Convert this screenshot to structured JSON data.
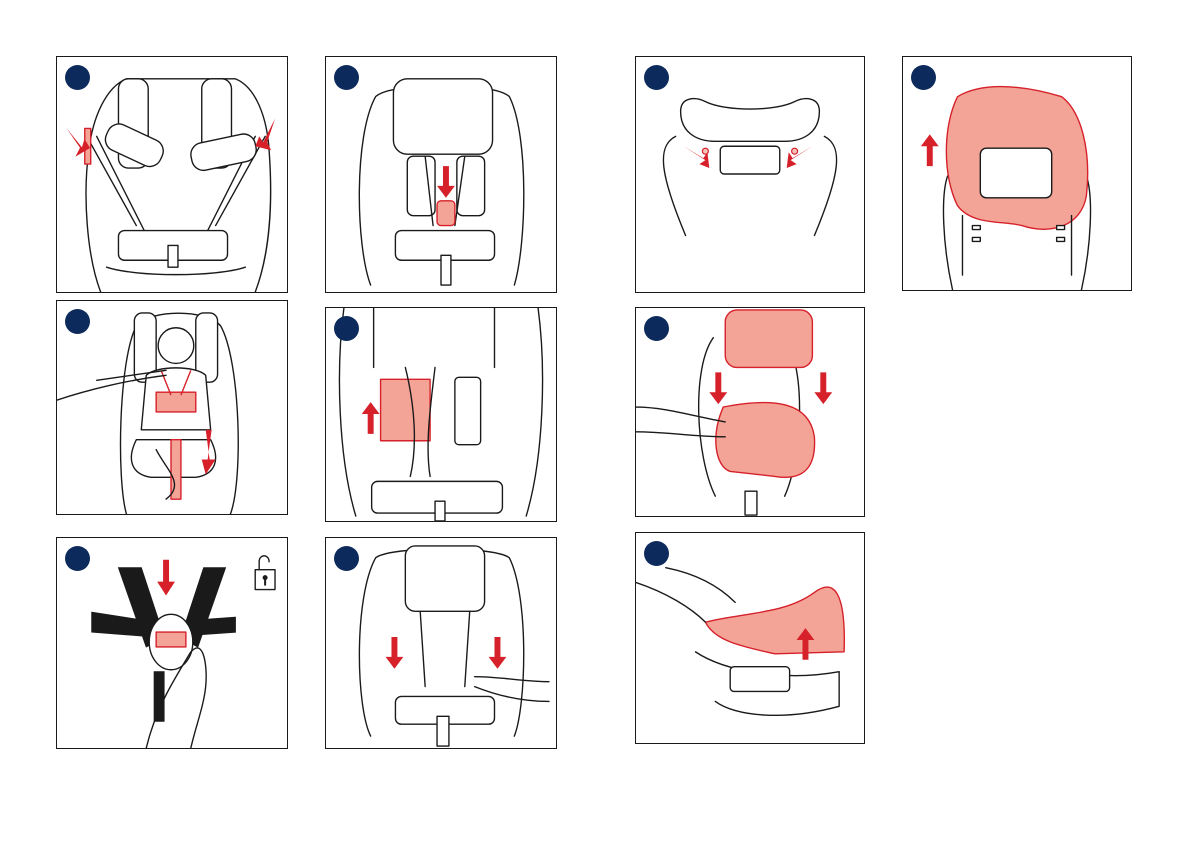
{
  "page": {
    "background": "#ffffff"
  },
  "colors": {
    "badge": "#0d2a5c",
    "highlight": "#f3a497",
    "arrow": "#d6202a",
    "outline": "#1a1a1a"
  },
  "panels": [
    {
      "name": "step-remove-shoulder-pads",
      "icon": "seat-front-shoulder-pads-illustration"
    },
    {
      "name": "step-buckle-child",
      "icon": "child-in-seat-illustration"
    },
    {
      "name": "step-release-buckle",
      "icon": "buckle-release-illustration",
      "side_icon": "unlock-icon"
    },
    {
      "name": "step-push-harness",
      "icon": "seat-harness-down-illustration"
    },
    {
      "name": "step-lift-plate",
      "icon": "seat-back-plate-illustration"
    },
    {
      "name": "step-pull-straps",
      "icon": "seat-straps-down-illustration"
    },
    {
      "name": "step-unhook-headrest",
      "icon": "headrest-hooks-illustration"
    },
    {
      "name": "step-remove-headrest-cover",
      "icon": "headrest-cover-down-illustration"
    },
    {
      "name": "step-remove-seat-cover",
      "icon": "seat-cover-lift-illustration"
    },
    {
      "name": "step-lift-backrest-cover",
      "icon": "backrest-cover-up-illustration"
    }
  ]
}
